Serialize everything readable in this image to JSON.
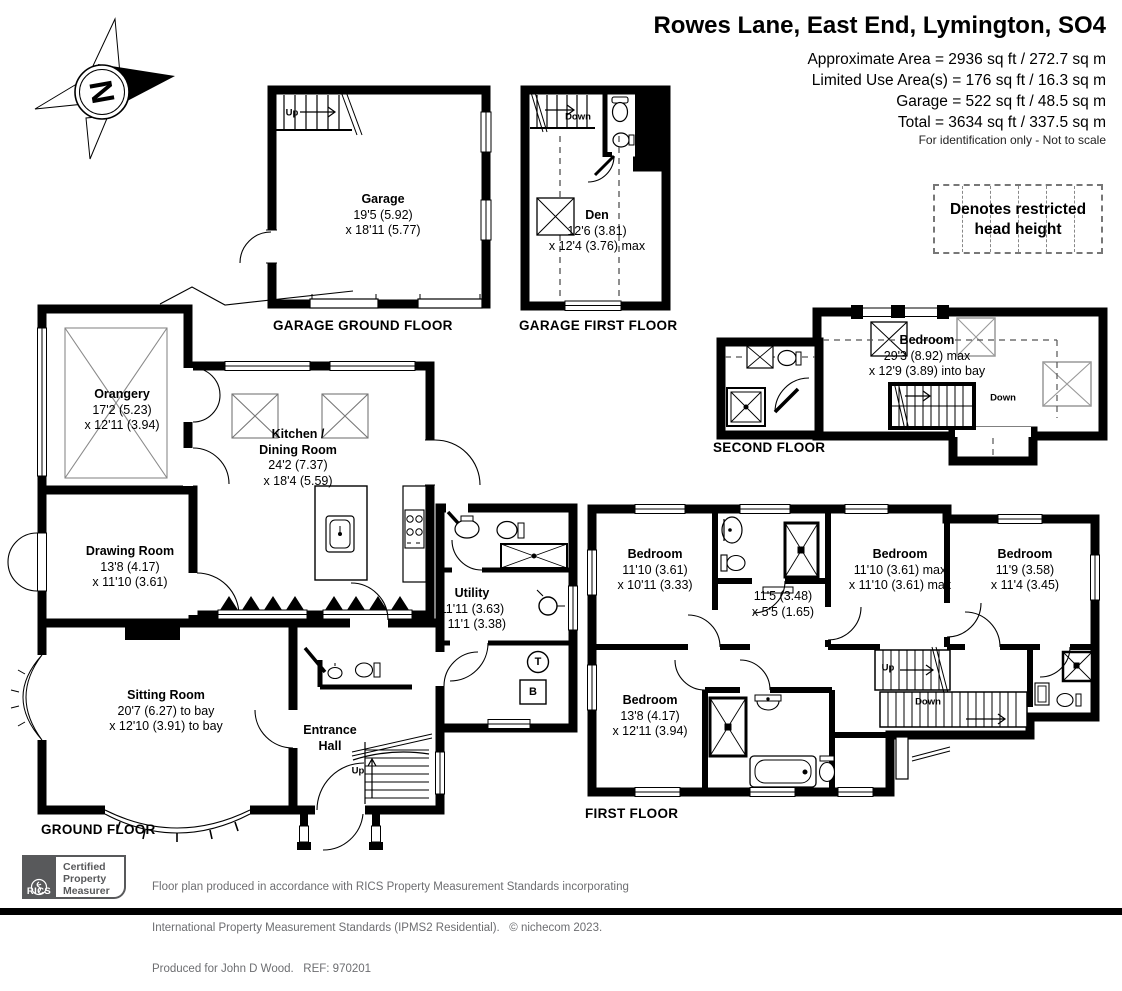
{
  "header": {
    "title": "Rowes Lane, East End, Lymington, SO4",
    "area_lines": [
      "Approximate Area = 2936 sq ft / 272.7 sq m",
      "Limited Use Area(s) = 176 sq ft / 16.3 sq m",
      "Garage  = 522 sq ft / 48.5 sq m",
      "Total = 3634 sq ft / 337.5 sq m"
    ],
    "disclaimer": "For identification only - Not to scale"
  },
  "legend": {
    "line1": "Denotes restricted",
    "line2": "head height"
  },
  "compass": {
    "letter": "N"
  },
  "floor_labels": {
    "garage_ground": "GARA GE GROUND FLOOR",
    "garage_first": "GARAGE FIRST FLOOR",
    "second": "SECOND FLOOR",
    "ground": "GROUND FLOOR",
    "first": "FIRST FLOOR"
  },
  "rooms": {
    "garage": {
      "name": "Garage",
      "dim1": "19'5 (5.92)",
      "dim2": "x 18'11 (5.77)"
    },
    "den": {
      "name": "Den",
      "dim1": "12'6 (3.81)",
      "dim2": "x 12'4 (3.76) max"
    },
    "second_bedroom": {
      "name": "Bedroom",
      "dim1": "29'3 (8.92) max",
      "dim2": "x 12'9 (3.89) into bay"
    },
    "orangery": {
      "name": "Orangery",
      "dim1": "17'2 (5.23)",
      "dim2": "x 12'11 (3.94)"
    },
    "kitchen": {
      "name1": "Kitchen /",
      "name2": "Dining Room",
      "dim1": "24'2 (7.37)",
      "dim2": "x 18'4 (5.59)"
    },
    "drawing_room": {
      "name": "Drawing Room",
      "dim1": "13'8 (4.17)",
      "dim2": "x 11'10 (3.61)"
    },
    "utility": {
      "name": "Utility",
      "dim1": "11'11 (3.63)",
      "dim2": "x 11'1 (3.38)"
    },
    "sitting_room": {
      "name": "Sitting Room",
      "dim1": "20'7 (6.27) to bay",
      "dim2": "x 12'10 (3.91) to bay"
    },
    "entrance_hall": {
      "name1": "Entrance",
      "name2": "Hall"
    },
    "bedroom1": {
      "name": "Bedroom",
      "dim1": "11'10 (3.61)",
      "dim2": "x 10'11 (3.33)"
    },
    "bathroom1": {
      "dim1": "11'5 (3.48)",
      "dim2": "x 5'5 (1.65)"
    },
    "bedroom2": {
      "name": "Bedroom",
      "dim1": "11'10 (3.61) max",
      "dim2": "x 11'10 (3.61) max"
    },
    "bedroom3": {
      "name": "Bedroom",
      "dim1": "11'9 (3.58)",
      "dim2": "x 11'4 (3.45)"
    },
    "bedroom4": {
      "name": "Bedroom",
      "dim1": "13'8 (4.17)",
      "dim2": "x 12'11 (3.94)"
    }
  },
  "stairs": {
    "garage_up": "Up",
    "garage_down": "Down",
    "second_down": "Down",
    "ground_up": "Up",
    "first_up": "Up",
    "first_down": "Down"
  },
  "symbols": {
    "tank": "T",
    "boiler": "B"
  },
  "footer": {
    "rics": "RICS",
    "badge_line1": "Certified",
    "badge_line2": "Property",
    "badge_line3": "Measurer",
    "line1": "Floor plan produced in accordance with RICS Property Measurement Standards incorporating",
    "line2": "International Property Measurement Standards (IPMS2 Residential).   © nichecom 2023.",
    "line3": "Produced for John D Wood.   REF: 970201"
  },
  "colors": {
    "wall": "#000000",
    "skylight_gray": "#999999",
    "footer_gray": "#6d6e71",
    "badge_gray": "#58595b"
  }
}
